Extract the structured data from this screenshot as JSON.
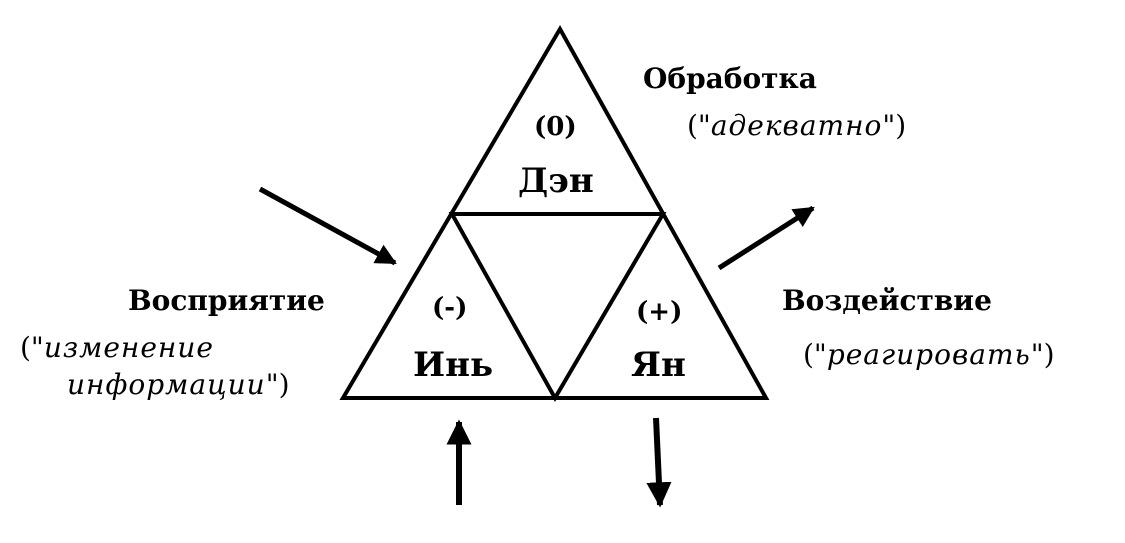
{
  "colors": {
    "stroke": "#000000",
    "background": "#ffffff"
  },
  "triangle": {
    "top": {
      "sign": "(0)",
      "name": "Дэн"
    },
    "left": {
      "sign": "(-)",
      "name": "Инь"
    },
    "right": {
      "sign": "(+)",
      "name": "Ян"
    }
  },
  "labels": {
    "processing": {
      "title": "Обработка",
      "open": "(\"",
      "text": "адекватно",
      "close": "\")"
    },
    "perception": {
      "title": "Восприятие",
      "open": "(\"",
      "line1": "изменение",
      "line2": "информации",
      "close": "\")"
    },
    "action": {
      "title": "Воздействие",
      "open": "(\"",
      "text": "реагировать",
      "close": "\")"
    }
  },
  "arrows": [
    {
      "id": "input-diagonal",
      "icon": "arrow-down-right-icon"
    },
    {
      "id": "input-bottom",
      "icon": "arrow-up-icon"
    },
    {
      "id": "output-diagonal",
      "icon": "arrow-up-right-icon"
    },
    {
      "id": "output-bottom",
      "icon": "arrow-down-icon"
    }
  ]
}
